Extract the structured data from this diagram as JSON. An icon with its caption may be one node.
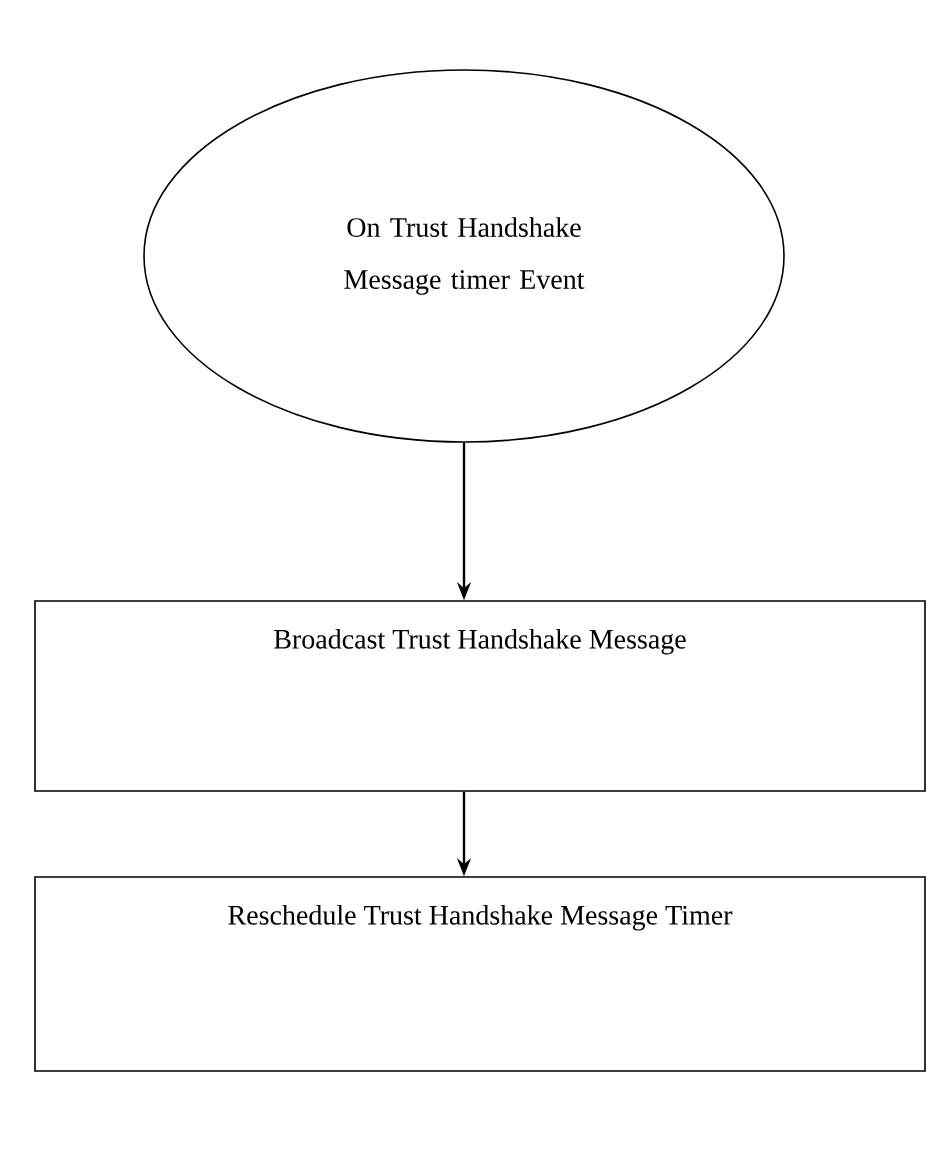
{
  "diagram": {
    "nodes": [
      {
        "text": [
          "On Trust Handshake Message timer Event"
        ]
      },
      {
        "text": [
          "Broadcast Trust Handshake Message"
        ]
      },
      {
        "text": [
          "Reschedule Trust Handshake Message Timer"
        ]
      }
    ],
    "edges": [
      {
        "from": 0,
        "to": 1,
        "arrow": "to"
      },
      {
        "from": 1,
        "to": 2,
        "arrow": "to"
      }
    ]
  }
}
